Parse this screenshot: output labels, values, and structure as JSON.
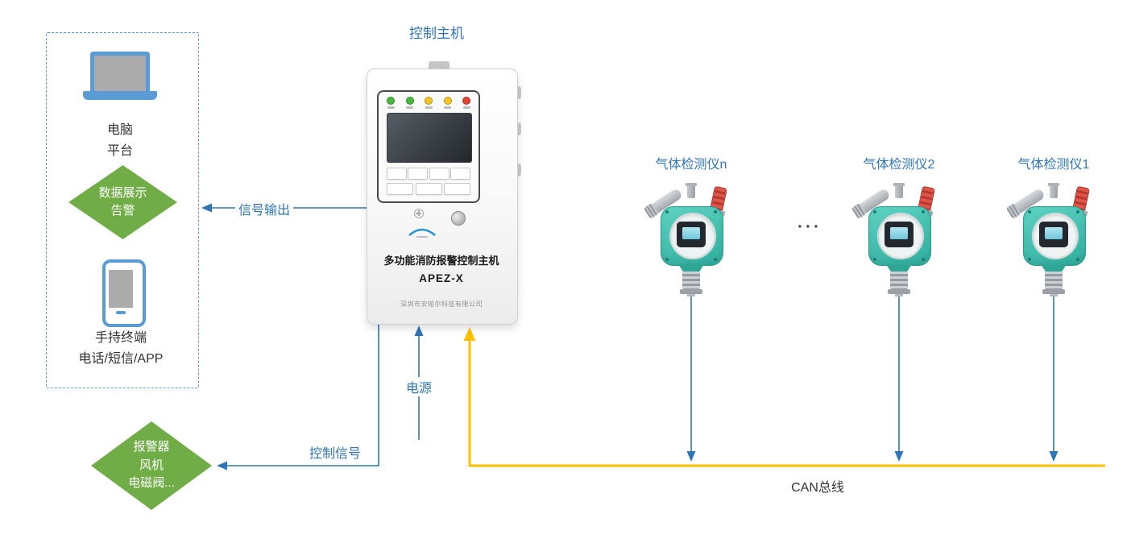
{
  "host": {
    "label": "控制主机",
    "title": "多功能消防报警控制主机",
    "model": "APEZ-X",
    "company": "深圳市安帕尔科技有限公司"
  },
  "platform_group": {
    "computer_label_1": "电脑",
    "computer_label_2": "平台",
    "alert_diamond_line1": "数据展示",
    "alert_diamond_line2": "告警",
    "handheld_label_1": "手持终端",
    "handheld_label_2": "电话/短信/APP"
  },
  "actuator_diamond": {
    "line1": "报警器",
    "line2": "风机",
    "line3": "电磁阀..."
  },
  "edges": {
    "signal_output": "信号输出",
    "control_signal": "控制信号",
    "power": "电源",
    "can_bus": "CAN总线"
  },
  "detectors": [
    {
      "label": "气体检测仪n"
    },
    {
      "label": "气体检测仪2"
    },
    {
      "label": "气体检测仪1"
    }
  ],
  "ellipsis": "···",
  "colors": {
    "line_blue": "#2E75B6",
    "diamond_green": "#70AD47",
    "can_yellow": "#FFC000",
    "icon_blue": "#5B9BD5",
    "detector_teal": "#3EC0B0"
  }
}
